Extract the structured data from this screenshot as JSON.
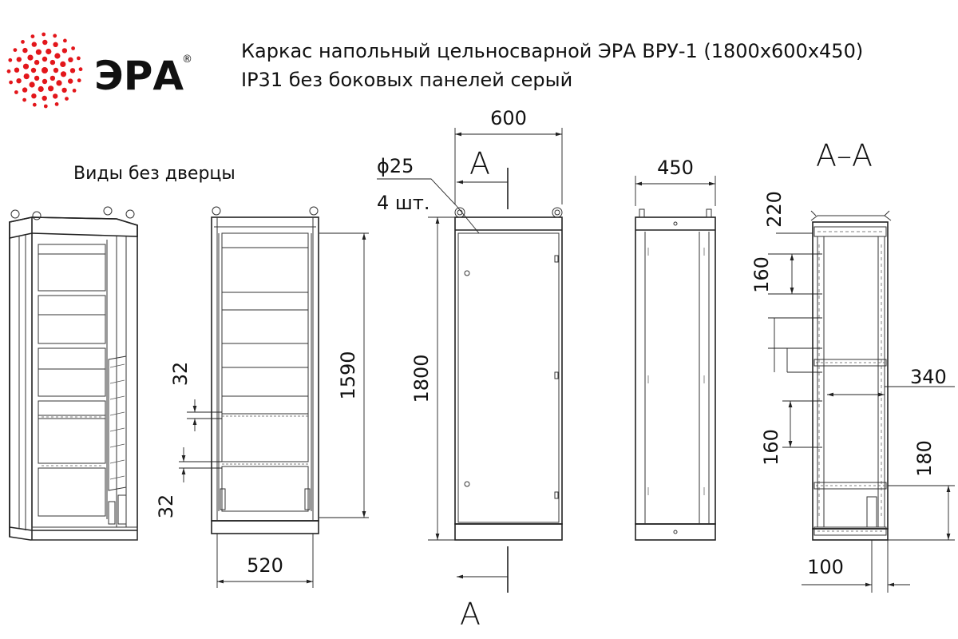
{
  "brand": {
    "name": "ЭРА",
    "mark": "®",
    "accent": "#e3161b"
  },
  "title": {
    "line1": "Каркас напольный цельносварной ЭРА ВРУ-1 (1800x600x450)",
    "line2": "IP31 без боковых панелей серый"
  },
  "views_label": "Виды без дверцы",
  "dimensions": {
    "height": "1800",
    "width_front": "600",
    "depth": "450",
    "inner_height": "1590",
    "inner_width": "520",
    "rail_gap_top": "32",
    "rail_gap_bottom": "32",
    "hole_diameter": "ϕ25",
    "hole_count": "4 шт.",
    "sec_top": "220",
    "sec_gap_upper": "160",
    "sec_gap_lower": "160",
    "sec_depth": "340",
    "sec_bottom": "180",
    "sec_offset": "100"
  },
  "section": {
    "label": "А–А",
    "marker_top": "А",
    "marker_bottom": "А"
  }
}
